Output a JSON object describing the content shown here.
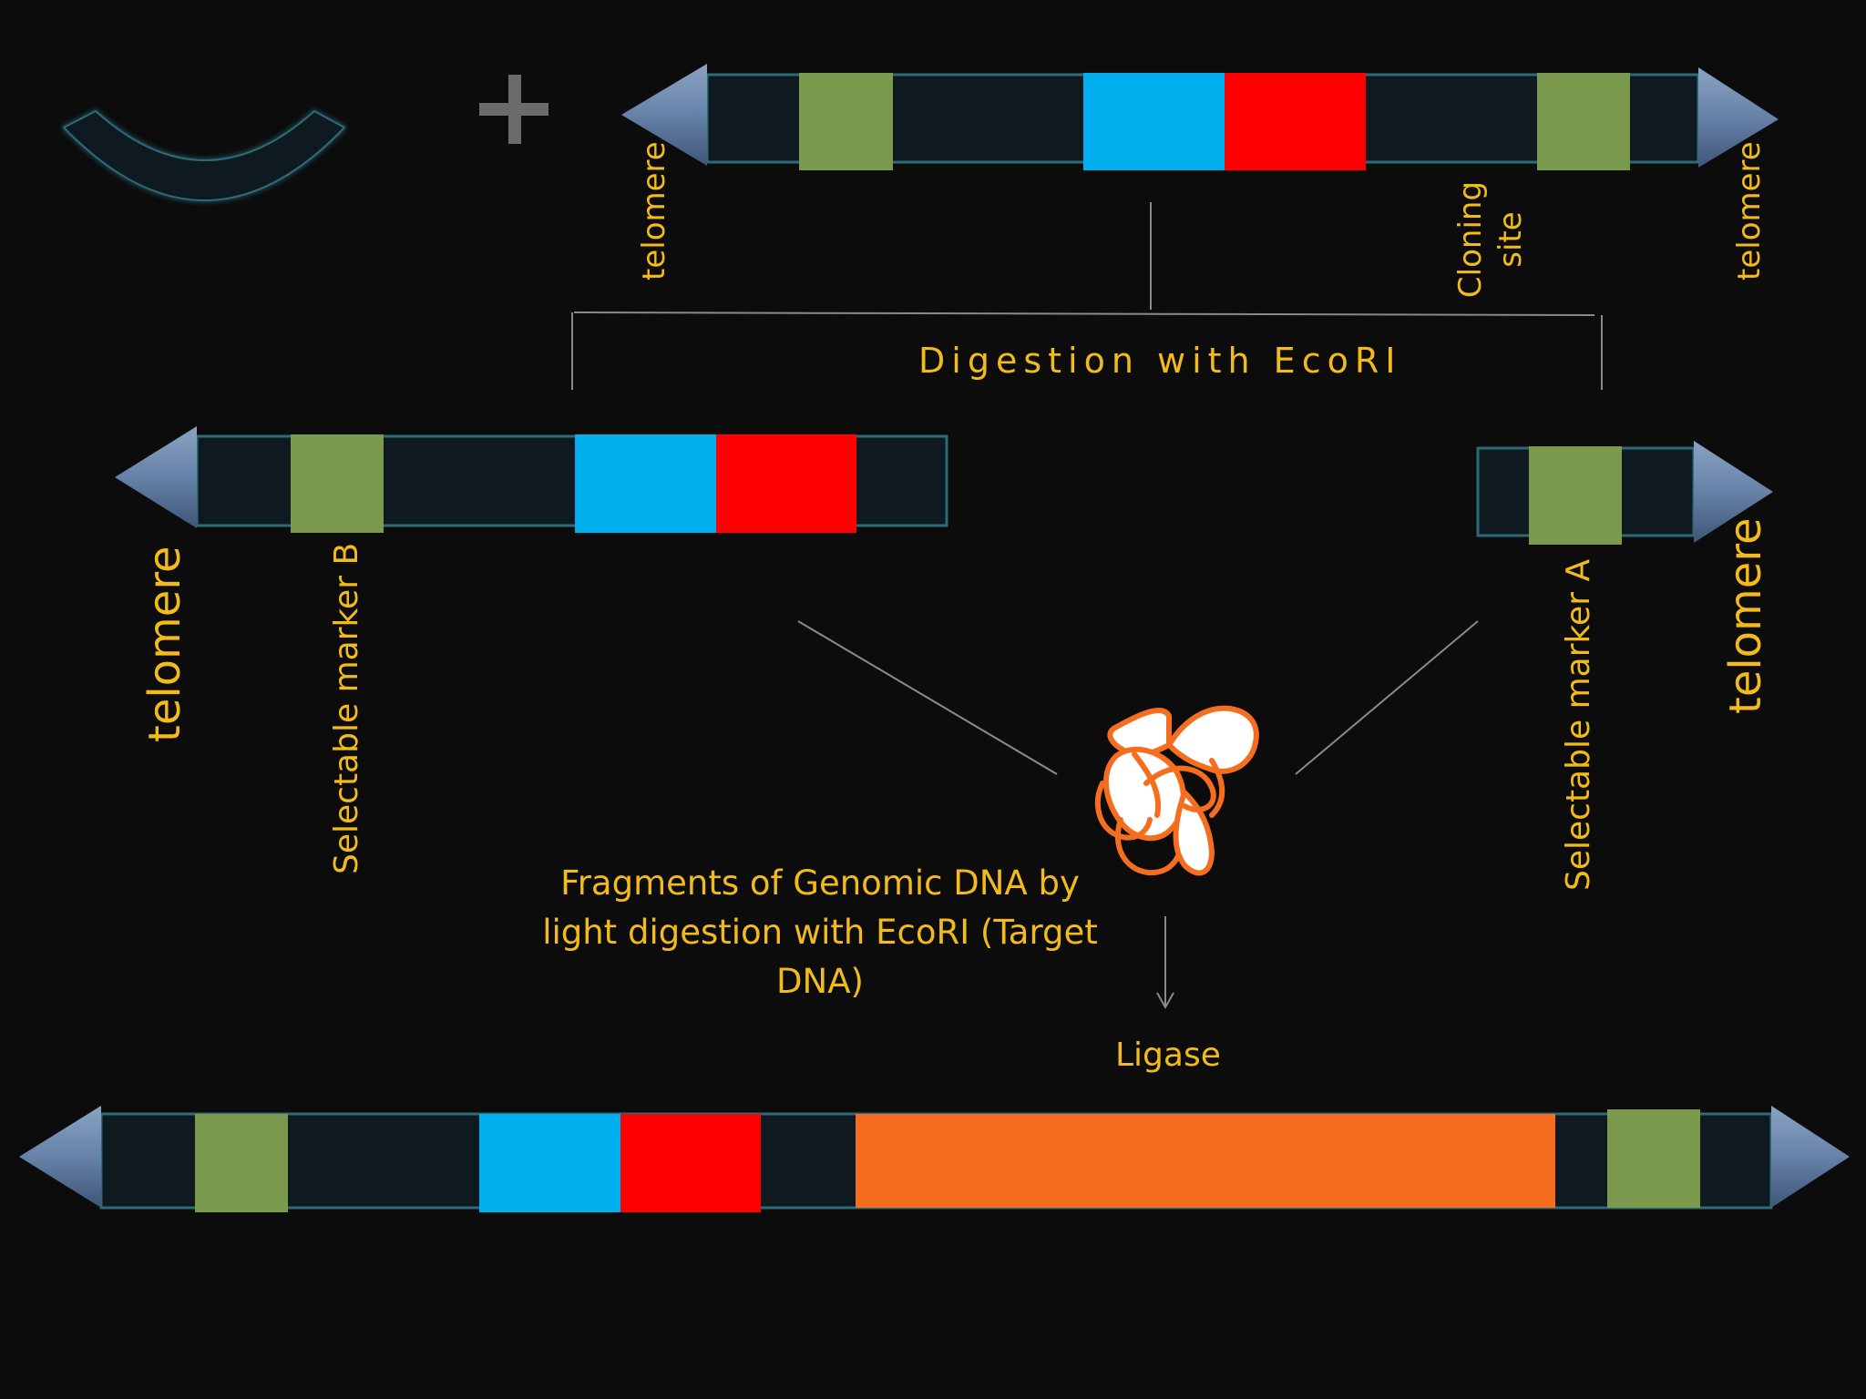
{
  "labels": {
    "top_telomere_left": "telomere",
    "top_cloning_site": "Cloning\nsite",
    "top_telomere_right": "telomere",
    "digestion": "Digestion with EcoRI",
    "mid_telomere_left": "telomere",
    "selectable_b": "Selectable marker B",
    "selectable_a": "Selectable marker A",
    "mid_telomere_right": "telomere",
    "fragments": "Fragments of Genomic DNA by light digestion with EcoRI (Target DNA)",
    "ligase": "Ligase"
  },
  "colors": {
    "background": "#0c0c0d",
    "label": "#f3bb1a",
    "backbone": "#0f1a20",
    "backbone_edge": "#2e6b78",
    "telomere": "#6682a8",
    "selectable_marker": "#7b9a4d",
    "blue_segment": "#00b0ee",
    "red_segment": "#ff0000",
    "target_dna": "#f56e1f",
    "lines": "#8a8a8a"
  },
  "icons": {
    "plus": "plus-icon",
    "circular_vector": "circular-vector-arc",
    "genomic_dna": "tangled-dna-icon"
  }
}
